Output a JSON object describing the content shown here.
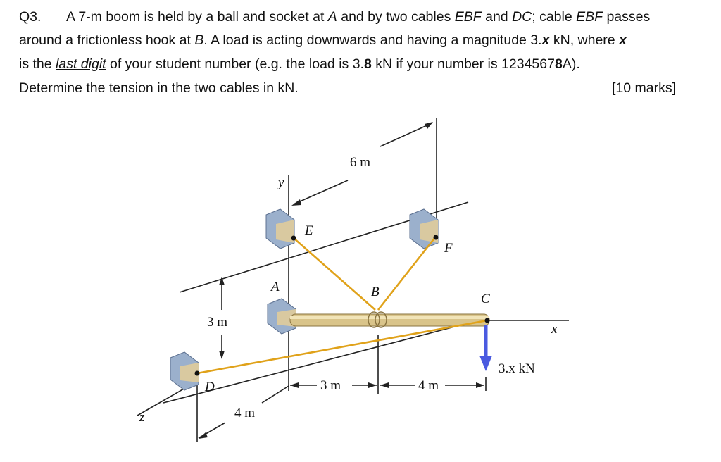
{
  "question": {
    "number": "Q3.",
    "line1": [
      {
        "t": "A 7-m boom is held by a ball and socket at ",
        "s": ""
      },
      {
        "t": "A",
        "s": "i"
      },
      {
        "t": " and by two cables ",
        "s": ""
      },
      {
        "t": "EBF",
        "s": "i"
      },
      {
        "t": " and ",
        "s": ""
      },
      {
        "t": "DC",
        "s": "i"
      },
      {
        "t": "; cable ",
        "s": ""
      },
      {
        "t": "EBF",
        "s": "i"
      },
      {
        "t": " passes",
        "s": ""
      }
    ],
    "line2": [
      {
        "t": "around a frictionless hook at ",
        "s": ""
      },
      {
        "t": "B",
        "s": "i"
      },
      {
        "t": ". A load is acting downwards and having a magnitude 3.",
        "s": ""
      },
      {
        "t": "x",
        "s": "bi"
      },
      {
        "t": " kN, where ",
        "s": ""
      },
      {
        "t": "x",
        "s": "bi"
      }
    ],
    "line3": [
      {
        "t": "is the ",
        "s": ""
      },
      {
        "t": "last digit",
        "s": "iu"
      },
      {
        "t": " of your student number (e.g. the load is 3.",
        "s": ""
      },
      {
        "t": "8",
        "s": "b"
      },
      {
        "t": " kN if your number is 1234567",
        "s": ""
      },
      {
        "t": "8",
        "s": "b"
      },
      {
        "t": "A).",
        "s": ""
      }
    ],
    "line4": "Determine the tension in the two cables in kN.",
    "marks": "[10 marks]"
  },
  "figure": {
    "labels": {
      "y": "y",
      "x": "x",
      "z": "z",
      "A": "A",
      "B": "B",
      "C": "C",
      "D": "D",
      "E": "E",
      "F": "F"
    },
    "dimensions": {
      "top": "6 m",
      "vertical": "3 m",
      "depth": "4 m",
      "x1": "3 m",
      "x2": "4 m"
    },
    "load": "3.x kN",
    "colors": {
      "cable": "#e0a21a",
      "boom": "#d9c48a",
      "load_arrow": "#4a5ae0",
      "bracket": "#8aa0c0"
    }
  }
}
